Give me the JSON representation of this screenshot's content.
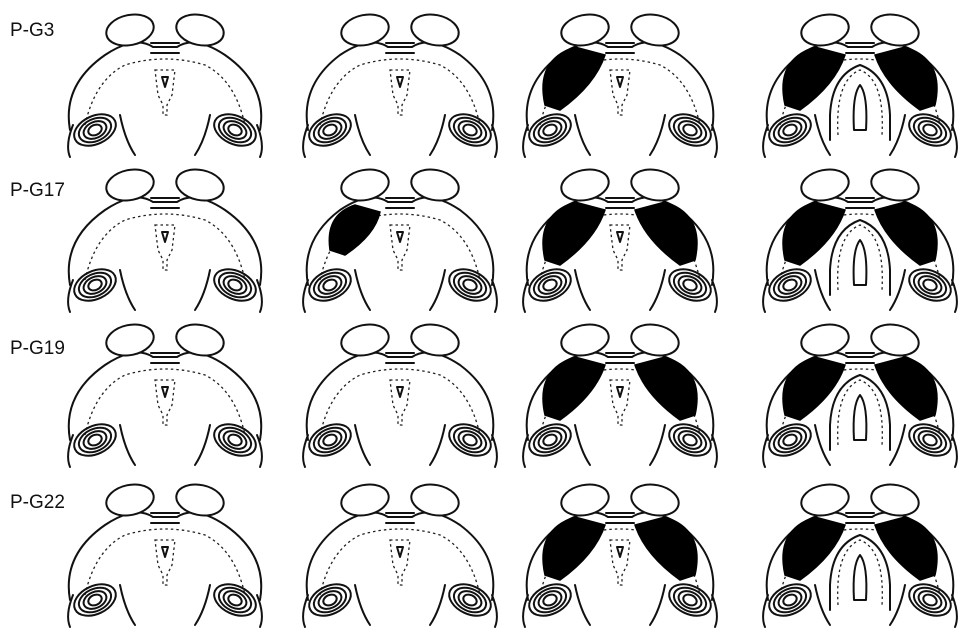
{
  "rows": [
    {
      "label": "P-G3",
      "stages": [
        {
          "stain": "none"
        },
        {
          "stain": "none"
        },
        {
          "stain": "left"
        },
        {
          "stain": "both"
        }
      ]
    },
    {
      "label": "P-G17",
      "stages": [
        {
          "stain": "none"
        },
        {
          "stain": "left"
        },
        {
          "stain": "both"
        },
        {
          "stain": "both"
        }
      ]
    },
    {
      "label": "P-G19",
      "stages": [
        {
          "stain": "none"
        },
        {
          "stain": "none"
        },
        {
          "stain": "both"
        },
        {
          "stain": "both"
        }
      ]
    },
    {
      "label": "P-G22",
      "stages": [
        {
          "stain": "none"
        },
        {
          "stain": "none"
        },
        {
          "stain": "both"
        },
        {
          "stain": "both"
        }
      ]
    }
  ]
}
